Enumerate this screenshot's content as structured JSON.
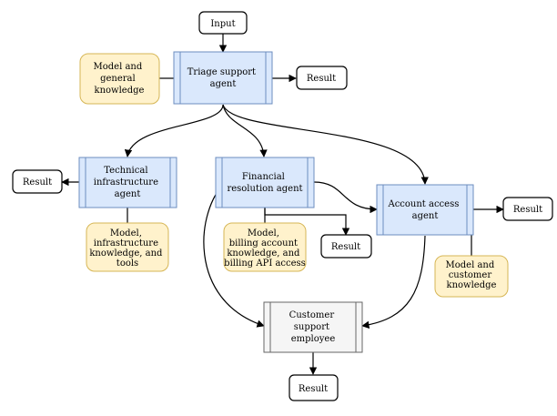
{
  "nodes": {
    "input": {
      "lines": [
        "Input"
      ]
    },
    "triage": {
      "lines": [
        "Triage support",
        "agent"
      ]
    },
    "triage_knowledge": {
      "lines": [
        "Model and",
        "general",
        "knowledge"
      ]
    },
    "triage_result": {
      "lines": [
        "Result"
      ]
    },
    "technical": {
      "lines": [
        "Technical",
        "infrastructure",
        "agent"
      ]
    },
    "technical_result": {
      "lines": [
        "Result"
      ]
    },
    "technical_knowledge": {
      "lines": [
        "Model,",
        "infrastructure",
        "knowledge, and",
        "tools"
      ]
    },
    "financial": {
      "lines": [
        "Financial",
        "resolution agent"
      ]
    },
    "financial_knowledge": {
      "lines": [
        "Model,",
        "billing account",
        "knowledge, and",
        "billing API access"
      ]
    },
    "financial_result": {
      "lines": [
        "Result"
      ]
    },
    "account": {
      "lines": [
        "Account access",
        "agent"
      ]
    },
    "account_result": {
      "lines": [
        "Result"
      ]
    },
    "account_knowledge": {
      "lines": [
        "Model and",
        "customer",
        "knowledge"
      ]
    },
    "employee": {
      "lines": [
        "Customer",
        "support",
        "employee"
      ]
    },
    "employee_result": {
      "lines": [
        "Result"
      ]
    }
  },
  "colors": {
    "agent_fill": "#dae8fc",
    "agent_stroke": "#6c8ebf",
    "knowledge_fill": "#fff2cc",
    "knowledge_stroke": "#d6b656",
    "employee_fill": "#f5f5f5",
    "employee_stroke": "#666666"
  }
}
